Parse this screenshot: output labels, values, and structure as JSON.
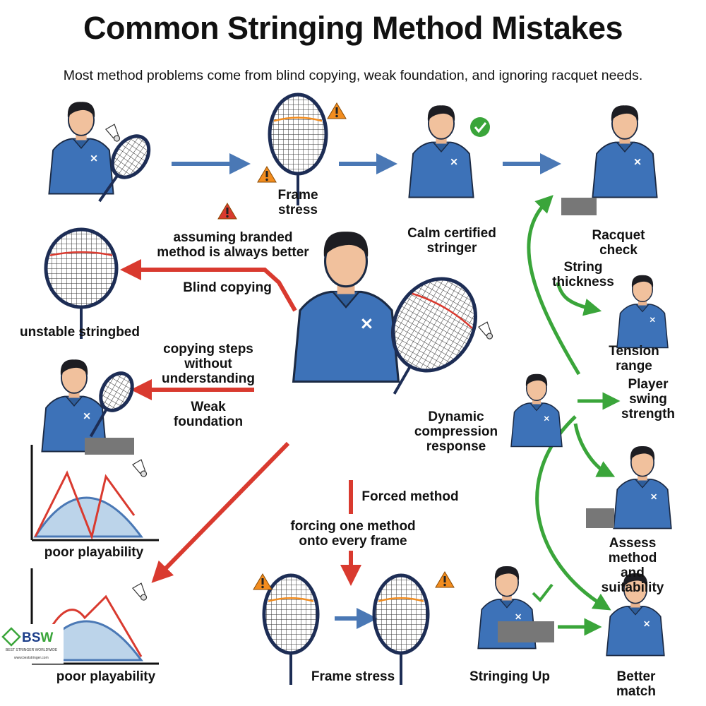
{
  "title": "Common Stringing Method Mistakes",
  "subtitle": "Most method problems come from blind copying, weak foundation, and ignoring racquet needs.",
  "colors": {
    "mistake_arrow": "#d93a2f",
    "flow_arrow": "#4a78b5",
    "good_arrow": "#3aa53a",
    "shirt": "#3d72b8",
    "warning": "#f28c1e"
  },
  "labels": {
    "frame_stress_top": "Frame\nstress",
    "calm_stringer": "Calm certified\nstringer",
    "racquet_check": "Racquet check",
    "assuming_branded": "assuming branded\nmethod is always better",
    "blind_copying": "Blind copying",
    "unstable_stringbed": "unstable stringbed",
    "string_thickness": "String\nthickness",
    "tension_range": "Tension range",
    "copying_steps": "copying steps\nwithout\nunderstanding",
    "weak_foundation": "Weak\nfoundation",
    "player_swing": "Player\nswing\nstrength",
    "dynamic_compression": "Dynamic\ncompression\nresponse",
    "forced_method": "Forced method",
    "forcing_one_method": "forcing one method\nonto every frame",
    "poor_playability_1": "poor playability",
    "assess_method": "Assess method\nand suitability",
    "poor_playability_2": "poor playability",
    "frame_stress_bottom": "Frame stress",
    "stringing_up": "Stringing Up",
    "better_match": "Better match"
  },
  "logo": {
    "text": "BSW",
    "tagline": "BEST STRINGER WORLDWIDE",
    "url": "www.beststringer.com"
  }
}
